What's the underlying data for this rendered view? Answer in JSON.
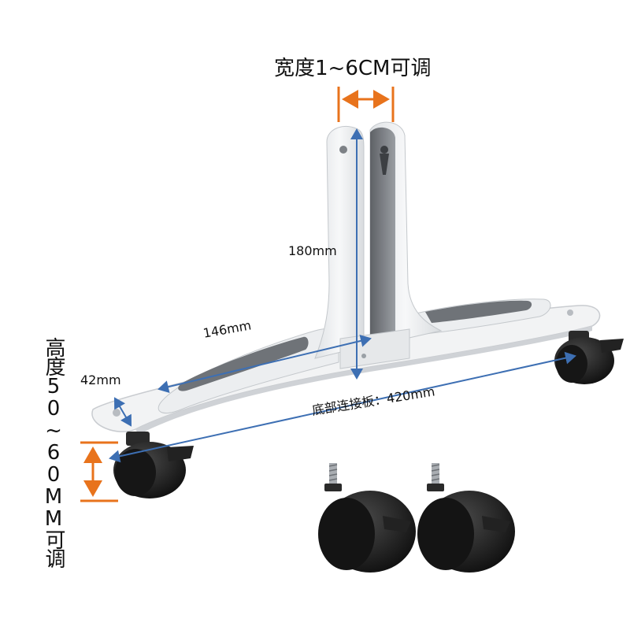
{
  "labels": {
    "width_adjust": "宽度1~6CM可调",
    "height_180": "180mm",
    "length_146": "146mm",
    "depth_42": "42mm",
    "base_plate": "底部连接板：420mm",
    "height_adjust": "高度50~60MM可调"
  },
  "colors": {
    "background": "#ffffff",
    "stand_white": "#f2f3f4",
    "pad_grey": "#6f7378",
    "wheel_black": "#1c1c1c",
    "dimension_blue": "#3d6fb3",
    "dimension_orange": "#e8731c"
  },
  "icons": [
    "caster-wheel-icon",
    "threaded-stem-icon"
  ]
}
